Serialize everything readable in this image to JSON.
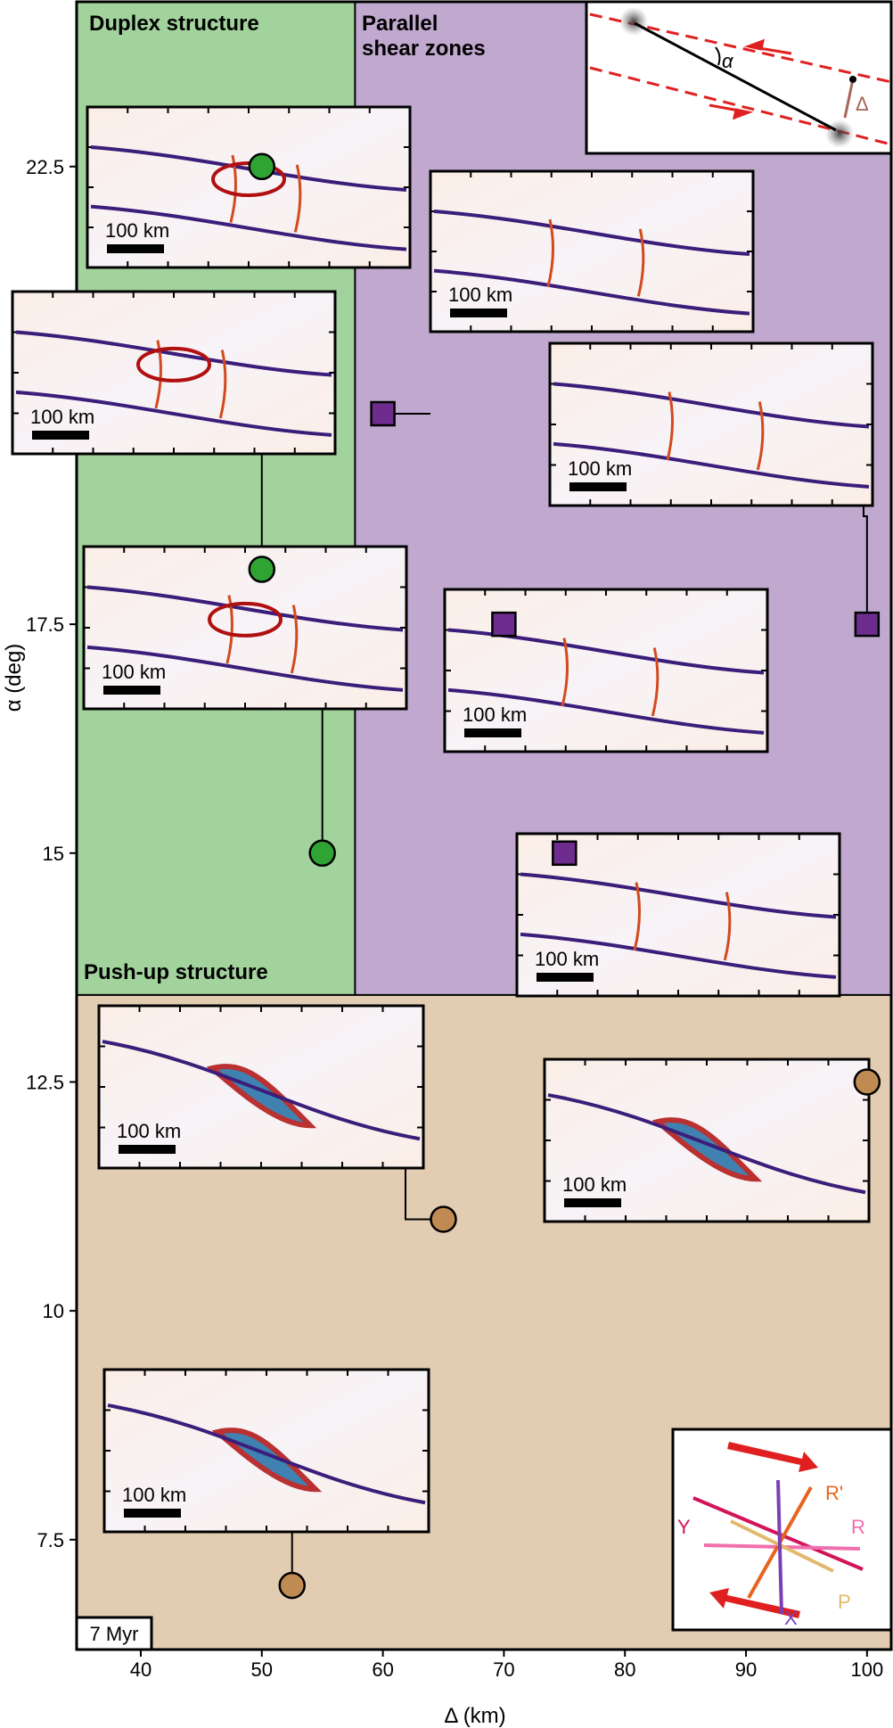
{
  "chart_data": {
    "type": "scatter",
    "xlabel": "Δ (km)",
    "ylabel": "α (deg)",
    "xlim": [
      34.7,
      102
    ],
    "ylim": [
      6.3,
      24.3
    ],
    "xticks": [
      40,
      50,
      60,
      70,
      80,
      90,
      100
    ],
    "yticks": [
      7.5,
      10,
      12.5,
      15,
      17.5,
      22.5
    ],
    "regions": [
      {
        "name": "Duplex structure",
        "color": "#a2d39c",
        "x": [
          34.7,
          57.7
        ],
        "y": [
          13.45,
          24.3
        ]
      },
      {
        "name": "Parallel shear zones",
        "color": "#c0a8cf",
        "x": [
          57.7,
          102
        ],
        "y": [
          13.45,
          24.3
        ]
      },
      {
        "name": "Push-up structure",
        "color": "#e2cdb2",
        "x": [
          34.7,
          102
        ],
        "y": [
          6.3,
          13.45
        ]
      }
    ],
    "series": [
      {
        "name": "Duplex structure",
        "marker": "circle",
        "color": "#2fa334",
        "points": [
          {
            "x": 50,
            "y": 22.5,
            "scale": "100 km"
          },
          {
            "x": 50,
            "y": 18.1,
            "scale": "100 km"
          },
          {
            "x": 55,
            "y": 15.0,
            "scale": "100 km"
          }
        ]
      },
      {
        "name": "Parallel shear zones",
        "marker": "square",
        "color": "#6e2c8f",
        "points": [
          {
            "x": 60,
            "y": 19.8,
            "scale": "100 km"
          },
          {
            "x": 100,
            "y": 17.5,
            "scale": "100 km"
          },
          {
            "x": 70,
            "y": 17.5,
            "scale": "100 km"
          },
          {
            "x": 75,
            "y": 15.0,
            "scale": "100 km"
          }
        ]
      },
      {
        "name": "Push-up structure",
        "marker": "circle",
        "color": "#c08b52",
        "points": [
          {
            "x": 65,
            "y": 11.0,
            "scale": "100 km"
          },
          {
            "x": 100,
            "y": 12.5,
            "scale": "100 km"
          },
          {
            "x": 52.5,
            "y": 7.0,
            "scale": "100 km"
          }
        ]
      }
    ],
    "time_label": "7 Myr",
    "schematic": {
      "alpha_label": "α",
      "delta_label": "Δ"
    },
    "legend_labels": [
      "R'",
      "R",
      "Y",
      "P",
      "X"
    ],
    "legend_colors": [
      "#e8641e",
      "#f06fae",
      "#d2145a",
      "#e2b86b",
      "#7b3fb4"
    ]
  }
}
